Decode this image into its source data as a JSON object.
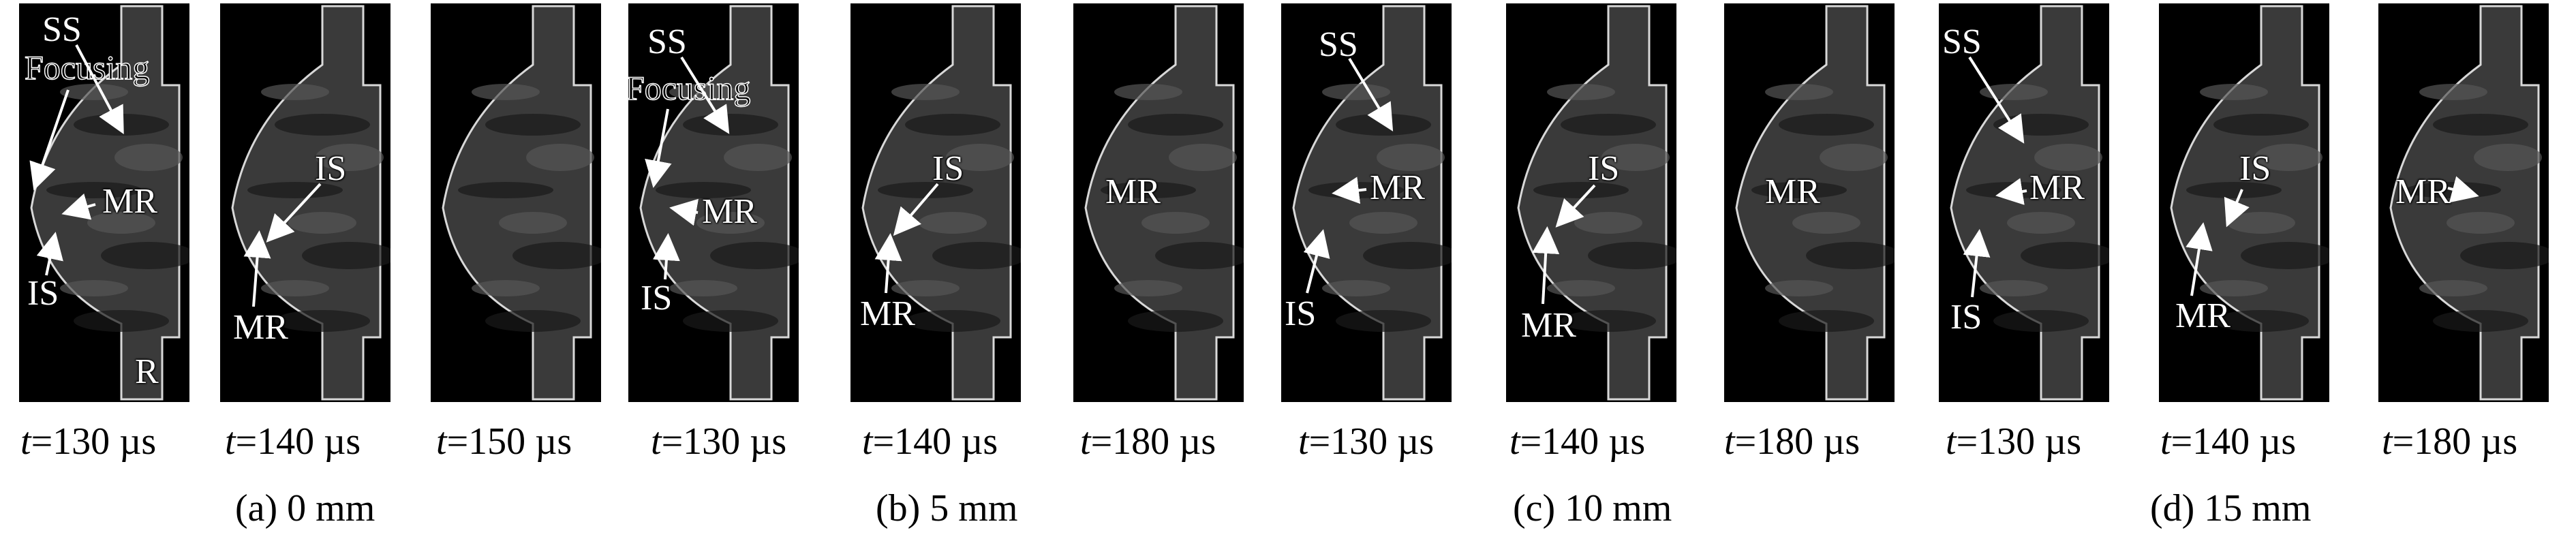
{
  "labels": {
    "ss": "SS",
    "focusing": "Focusing",
    "mr": "MR",
    "is": "IS",
    "r": "R"
  },
  "time_prefix": "t",
  "times": [
    "=130 µs",
    "=140 µs",
    "=150 µs",
    "=130 µs",
    "=140 µs",
    "=180 µs",
    "=130 µs",
    "=140 µs",
    "=180 µs",
    "=130 µs",
    "=140 µs",
    "=180 µs"
  ],
  "captions": [
    "(a) 0 mm",
    "(b) 5 mm",
    "(c) 10 mm",
    "(d) 15 mm"
  ],
  "colors": {
    "panel_bg": "#000000",
    "outline": "#d8d8d8",
    "fill": "#3a3a3a"
  }
}
